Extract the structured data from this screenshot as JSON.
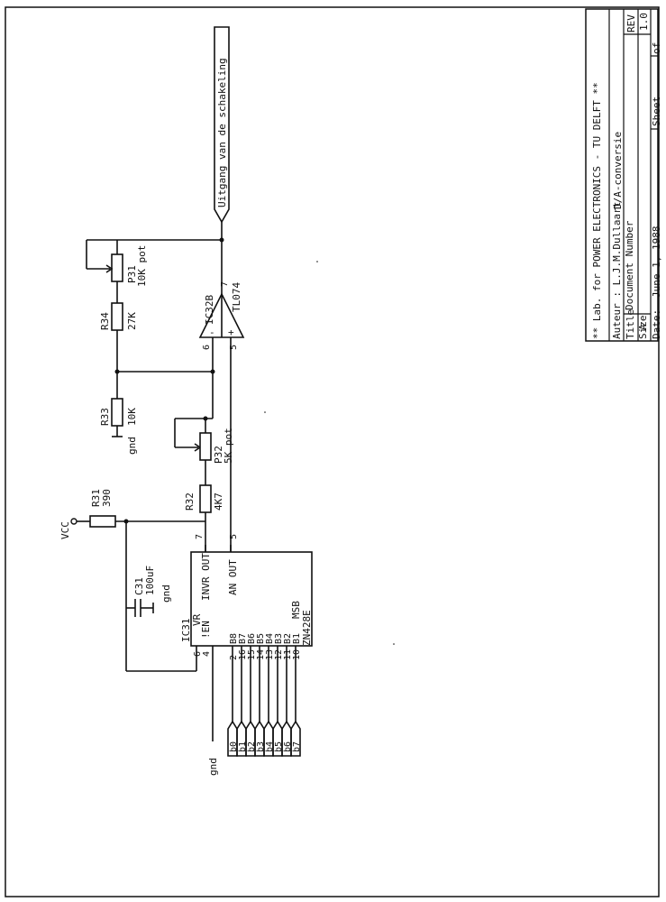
{
  "title_block": {
    "lab": "** Lab. for POWER ELECTRONICS - TU DELFT **",
    "author": "Auteur : L.J.M.Dullaart",
    "title_label": "Title",
    "title": "D/A-conversie",
    "size_label": "Size",
    "size": "A",
    "docnum_label": "Document Number",
    "rev_label": "REV",
    "rev": "1.0",
    "date_label": "Date:",
    "date": "June  1, 1988",
    "sheet_label": "Sheet",
    "of_label": "of"
  },
  "output_label": "Uitgang van de schakeling",
  "components": {
    "p31_ref": "P31",
    "p31_val": "10K pot",
    "r34_ref": "R34",
    "r34_val": "27K",
    "r33_ref": "R33",
    "r33_val": "10K",
    "r33_gnd": "gnd",
    "p32_ref": "P32",
    "p32_val": "5K pot",
    "r32_ref": "R32",
    "r32_val": "4K7",
    "r31_ref": "R31",
    "r31_val": "390",
    "vcc": "VCC",
    "c31_ref": "C31",
    "c31_val": "100uF",
    "c31_gnd": "gnd",
    "opamp_ref": "IC32B",
    "opamp_part": "TL074",
    "opamp_pin_out": "7",
    "opamp_pin_inv": "6",
    "opamp_pin_noninv": "5",
    "opamp_minus": "-",
    "opamp_plus": "+",
    "dac_ref": "IC31",
    "dac_part": "ZN428E",
    "dac_invr": "INVR OUT",
    "dac_anout": "AN OUT",
    "dac_vr": "VR",
    "dac_en": "!EN",
    "dac_msb": "MSB",
    "dac_pin6": "6",
    "dac_pin4": "4",
    "dac_pin7": "7",
    "dac_pin5": "5",
    "bus_gnd": "gnd"
  },
  "dac_bits": [
    "B8",
    "B7",
    "B6",
    "B5",
    "B4",
    "B3",
    "B2",
    "B1"
  ],
  "dac_bit_pins": [
    "2",
    "16",
    "15",
    "14",
    "13",
    "12",
    "11",
    "10"
  ],
  "bus_inputs": [
    "b0",
    "b1",
    "b2",
    "b3",
    "b4",
    "b5",
    "b6",
    "b7"
  ]
}
